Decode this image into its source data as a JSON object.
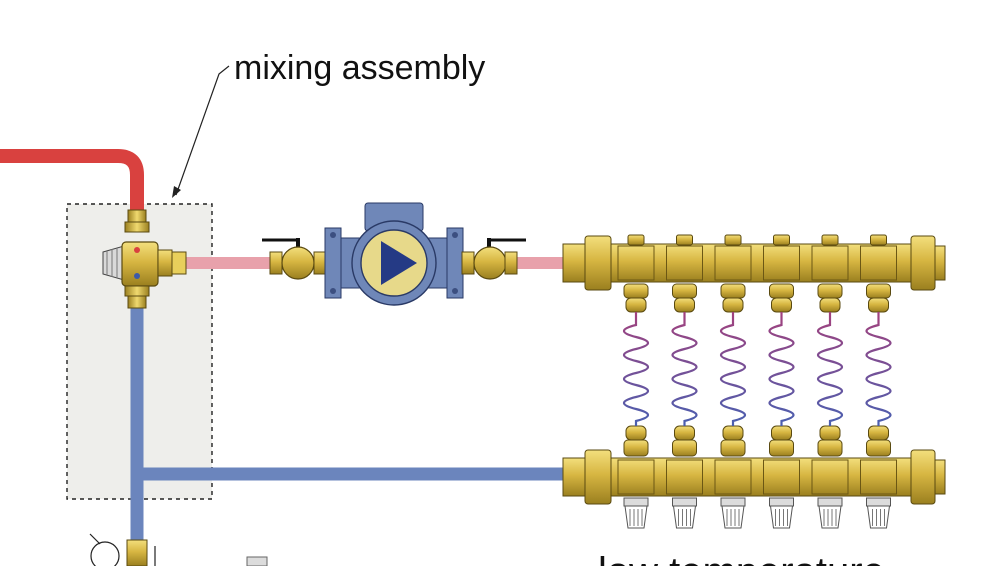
{
  "labels": {
    "mixing_assembly": "mixing assembly",
    "low_temperature": "low temperature"
  },
  "colors": {
    "hot_supply": "#d9413f",
    "mixed_supply": "#e8a1ab",
    "return": "#6b85bd",
    "brass": "#d7b642",
    "brass_dark": "#8c7419",
    "pump_body": "#6f87b8",
    "pump_face": "#e7d98a",
    "pump_arrow": "#253a85",
    "loop_top": "#a2417d",
    "loop_bottom": "#4a5fb0",
    "assembly_fill": "#eeeeeb"
  },
  "manifold": {
    "supply_outlets": 6,
    "return_inlets": 6
  },
  "icons": [
    "mixing-valve-icon",
    "circulator-pump-icon",
    "ball-valve-icon",
    "supply-manifold-icon",
    "return-manifold-icon",
    "tubing-loop-icon"
  ]
}
